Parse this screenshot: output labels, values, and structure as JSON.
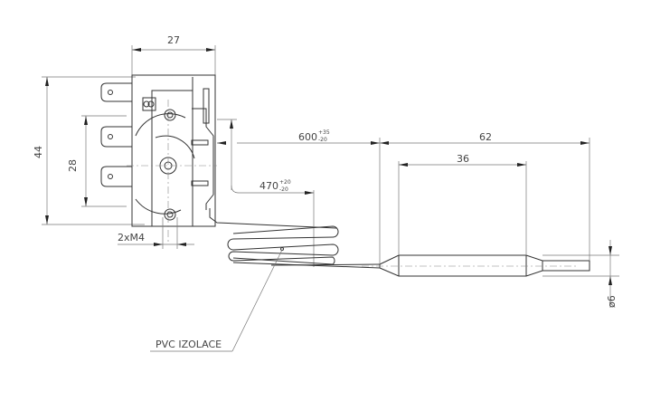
{
  "dimensions": {
    "width": "27",
    "height": "44",
    "terminal_spacing": "28",
    "screws": "2xM4",
    "capillary_length": "600",
    "capillary_tol_plus": "+35",
    "capillary_tol_minus": "-20",
    "coil_length": "470",
    "coil_tol_plus": "+20",
    "coil_tol_minus": "-20",
    "sensor_length": "62",
    "bulb_length": "36",
    "diameter": "ø6"
  },
  "labels": {
    "insulation": "PVC IZOLACE"
  }
}
